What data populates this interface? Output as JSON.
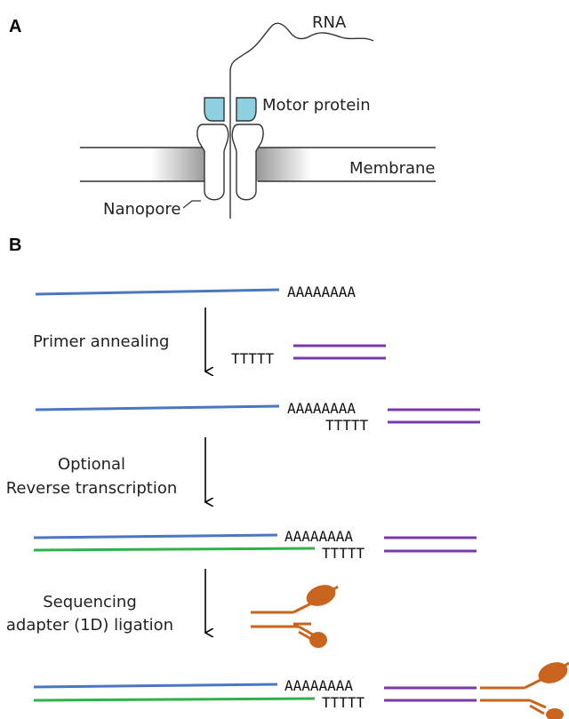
{
  "panels": {
    "a": "A",
    "b": "B"
  },
  "panel_a": {
    "rna_label": "RNA",
    "motor_label": "Motor protein",
    "membrane_label": "Membrane",
    "nanopore_label": "Nanopore"
  },
  "panel_b": {
    "polya": "AAAAAAAA",
    "polyt": "TTTTT",
    "step1": "Primer annealing",
    "step2_line1": "Optional",
    "step2_line2": "Reverse transcription",
    "step3_line1": "Sequencing",
    "step3_line2": "adapter (1D) ligation"
  },
  "colors": {
    "rna_strand": "#4a78c0",
    "cdna_strand": "#2fb24a",
    "primer": "#7a3aa8",
    "adapter": "#c8641e",
    "motor_protein": "#8ecfe0",
    "membrane_shade": "#8a8a8a",
    "arrow": "#000000"
  }
}
